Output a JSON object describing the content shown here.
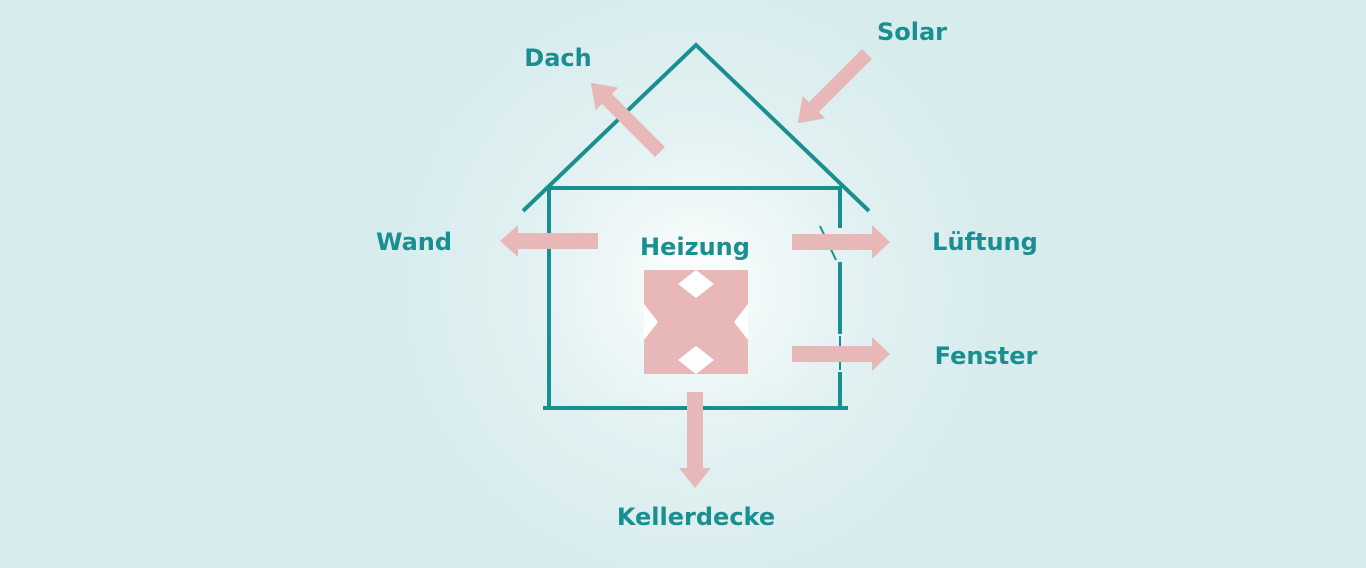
{
  "colors": {
    "house_outline": "#1a8f90",
    "arrow_fill": "#e8b8b8",
    "label_text": "#1a8f90",
    "background": "#d8ecee"
  },
  "labels": {
    "dach": "Dach",
    "solar": "Solar",
    "wand": "Wand",
    "heizung": "Heizung",
    "lueftung": "Lüftung",
    "fenster": "Fenster",
    "kellerdecke": "Kellerdecke"
  },
  "icons": {
    "heater": "heater-icon"
  }
}
